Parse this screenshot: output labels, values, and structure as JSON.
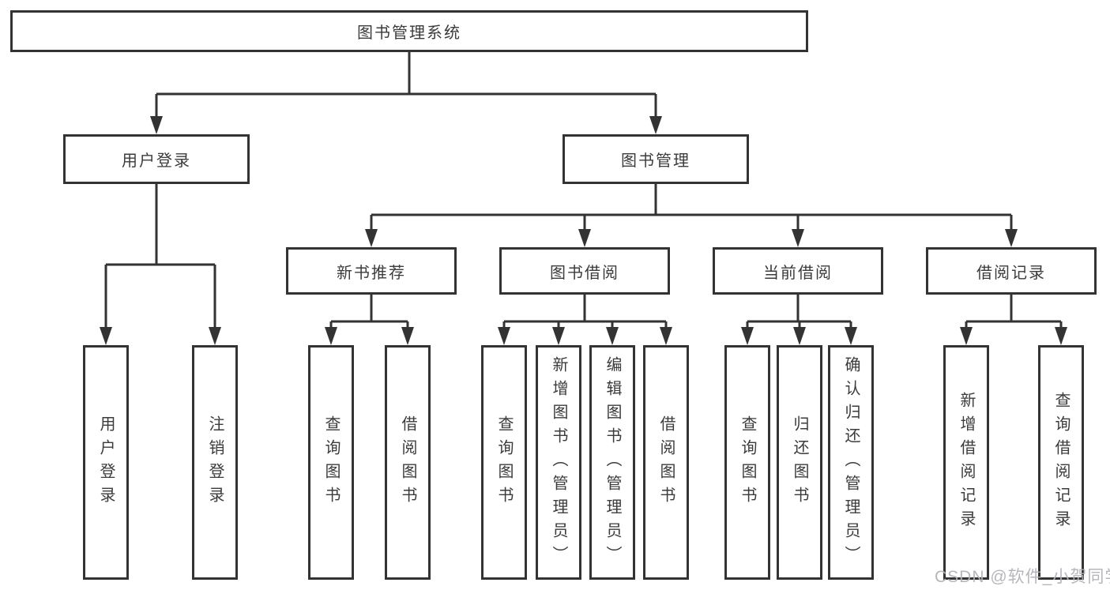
{
  "page": {
    "background": "#ffffff"
  },
  "colors": {
    "line": "#333333",
    "box_border": "#333333",
    "text": "#3b3b3b",
    "watermark": "#b2b2b8"
  },
  "nodes": {
    "root": {
      "label": "图书管理系统"
    },
    "user_login": {
      "label": "用户登录",
      "children": [
        {
          "label": "用户登录"
        },
        {
          "label": "注销登录"
        }
      ]
    },
    "book_management": {
      "label": "图书管理"
    },
    "new_book_recommend": {
      "label": "新书推荐",
      "children": [
        {
          "label": "查询图书"
        },
        {
          "label": "借阅图书"
        }
      ]
    },
    "book_borrowing": {
      "label": "图书借阅",
      "children": [
        {
          "label": "查询图书"
        },
        {
          "label": "新增图书（管理员）"
        },
        {
          "label": "编辑图书（管理员）"
        },
        {
          "label": "借阅图书"
        }
      ]
    },
    "current_borrowing": {
      "label": "当前借阅",
      "children": [
        {
          "label": "查询图书"
        },
        {
          "label": "归还图书"
        },
        {
          "label": "确认归还（管理员）"
        }
      ]
    },
    "borrowing_records": {
      "label": "借阅记录",
      "children": [
        {
          "label": "新增借阅记录"
        },
        {
          "label": "查询借阅记录"
        }
      ]
    }
  },
  "watermark": {
    "text": "CSDN @软件_小贺同学"
  }
}
